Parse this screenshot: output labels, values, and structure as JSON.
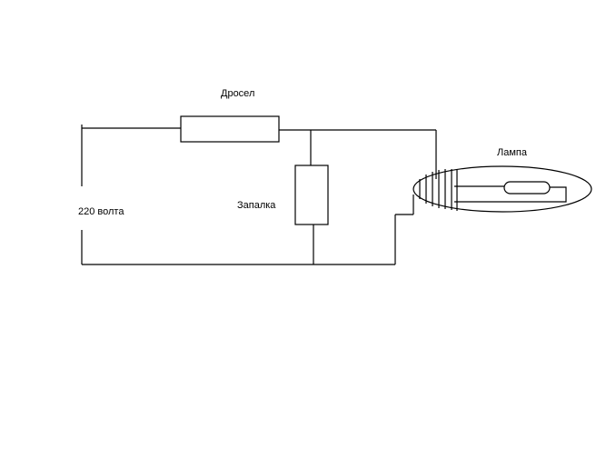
{
  "labels": {
    "choke": "Дросел",
    "starter": "Запалка",
    "voltage": "220 волта",
    "lamp": "Лампа"
  },
  "colors": {
    "background": "#ffffff",
    "line": "#000000"
  }
}
